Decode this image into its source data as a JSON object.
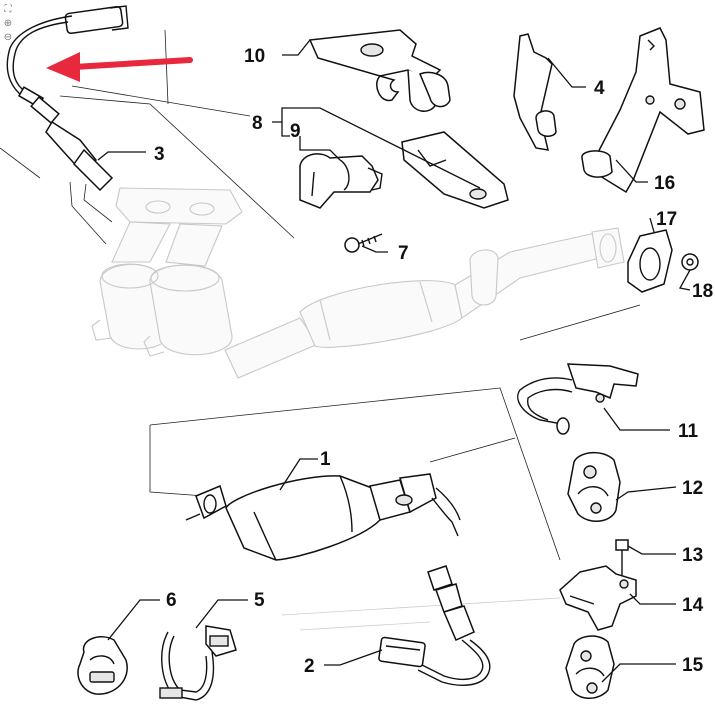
{
  "toolbar": {
    "tools": [
      {
        "name": "fit-icon",
        "glyph": "⛶"
      },
      {
        "name": "zoom-in-icon",
        "glyph": "⊕"
      },
      {
        "name": "zoom-out-icon",
        "glyph": "⊖"
      }
    ]
  },
  "callouts": {
    "c1": "1",
    "c2": "2",
    "c3": "3",
    "c4": "4",
    "c5": "5",
    "c6": "6",
    "c7": "7",
    "c8": "8",
    "c9": "9",
    "c10": "10",
    "c11": "11",
    "c12": "12",
    "c13": "13",
    "c14": "14",
    "c15": "15",
    "c16": "16",
    "c17": "17",
    "c18": "18"
  },
  "colors": {
    "highlight_arrow": "#e8283c",
    "line": "#111111",
    "faint": "#c8c8c8"
  }
}
